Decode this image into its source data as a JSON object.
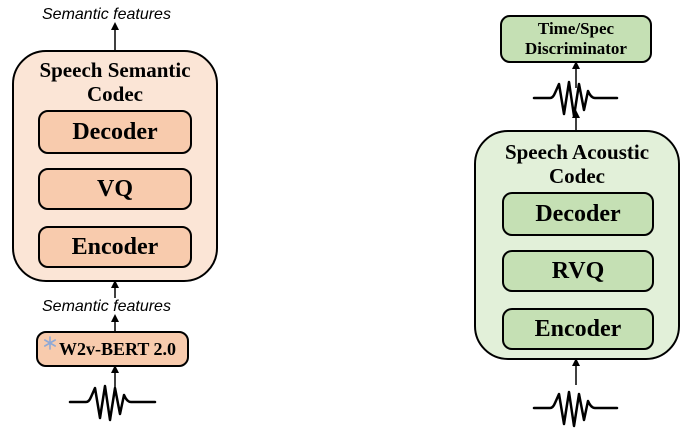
{
  "left": {
    "top_label": "Semantic features",
    "codec_title_line1": "Speech Semantic",
    "codec_title_line2": "Codec",
    "blocks": [
      "Decoder",
      "VQ",
      "Encoder"
    ],
    "mid_label": "Semantic features",
    "feature_extractor": "W2v-BERT 2.0"
  },
  "right": {
    "discriminator_line1": "Time/Spec",
    "discriminator_line2": "Discriminator",
    "codec_title_line1": "Speech Acoustic",
    "codec_title_line2": "Codec",
    "blocks": [
      "Decoder",
      "RVQ",
      "Encoder"
    ]
  },
  "colors": {
    "semantic_codec_fill": "#fbe5d6",
    "semantic_block_fill": "#f8cbad",
    "acoustic_codec_fill": "#e2f0d9",
    "acoustic_block_fill": "#c5e0b4",
    "frozen_icon": "#8fa9d6"
  },
  "icons": {
    "frozen": "snowflake-icon",
    "waveform": "waveform-icon"
  }
}
